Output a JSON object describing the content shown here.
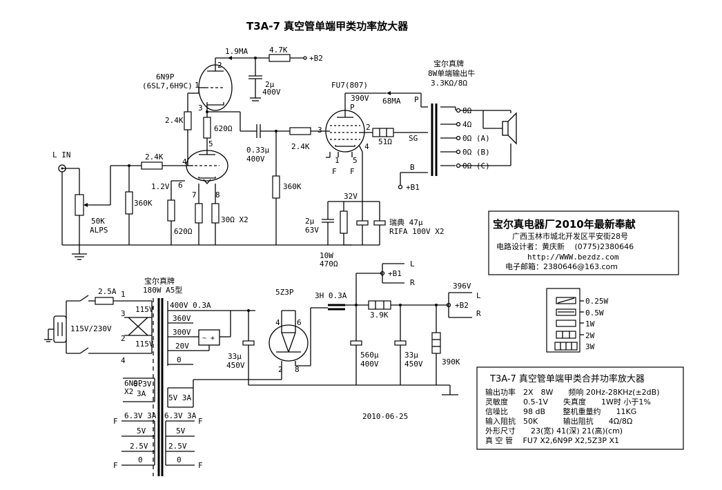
{
  "title": "T3A-7 真空管单端甲类功率放大器",
  "company": {
    "name": "宝尔真电器厂2010年最新奉献",
    "address": "广西玉林市城北开发区平安街28号",
    "designer": "电路设计者：黄庆新　 (0775)2380646",
    "website": "http://WWW.bezdz.com",
    "email": "电子邮箱：2380646@163.com"
  },
  "specs": {
    "title": "T3A-7 真空管单端甲类合并功率放大器",
    "rows": [
      "输出功率　2X　8W　　频响 20Hz-28KHz(±2dB)",
      "灵敏度　　0.5-1V　　失真度　　1W时 小于1%",
      "信噪比　　98 dB　　 整机重量约　　11KG",
      "输入阻抗　50K　　　 输出阻抗　　4Ω/8Ω",
      "外形尺寸　　23(宽) 41(深) 21(高)(cm)",
      "真 空 管　 FU7 X2,6N9P X2,5Z3P X1"
    ]
  },
  "legend": {
    "items": [
      "0.25W",
      "0.5W",
      "1W",
      "2W",
      "3W"
    ]
  },
  "date": "2010-06-25",
  "amp": {
    "input": "L IN",
    "pot": "50K",
    "pot2": "ALPS",
    "r_in": "2.4K",
    "r_grid": "360K",
    "tube1": "6N9P",
    "tube1_alt": "(6SL7,6H9C)",
    "current1": "1.9MA",
    "r_b2": "4.7K",
    "b2": "+B2",
    "cap_b2": "2μ",
    "cap_b2_v": "400V",
    "r_plate": "2.4K",
    "r_620a": "620Ω",
    "cathode_v": "1.2V",
    "r_620b": "620Ω",
    "r_30": "30Ω X2",
    "cc": "0.33μ",
    "cc_v": "400V",
    "r_grid2": "2.4K",
    "r_360k2": "360K",
    "tube2": "FU7(807)",
    "v_plate": "390V",
    "i_plate": "68MA",
    "r_sg": "51Ω",
    "v_k": "32V",
    "ck1": "2μ",
    "ck1_v": "63V",
    "rk": "10W",
    "rk2": "470Ω",
    "ck2": "瑞典 47μ",
    "ck2_v": "RIFA 100V X2",
    "xfmr_brand": "宝尔真牌",
    "xfmr_desc": "8W单端输出牛",
    "xfmr_z": "3.3KΩ/8Ω",
    "taps": [
      "8Ω",
      "4Ω",
      "0Ω (A)",
      "0Ω (B)",
      "0Ω (C)"
    ],
    "b1": "+B1",
    "pins": {
      "p": "P",
      "sg": "SG",
      "b": "B",
      "f1": "F",
      "f2": "F"
    }
  },
  "psu": {
    "fuse": "2.5A",
    "mains": "115V/230V",
    "pri_a": "115V",
    "pri_b": "115V",
    "xfmr_brand": "宝尔真牌",
    "xfmr_model": "180W A5型",
    "sec": [
      "400V 0.3A",
      "360V",
      "300V",
      "20V",
      "0"
    ],
    "rect_tube": "5Z3P",
    "choke": "3H 0.3A",
    "r_drop": "3.9K",
    "c1": "33μ",
    "c1_v": "450V",
    "c2": "560μ",
    "c2_v": "400V",
    "c3": "33μ",
    "c3_v": "450V",
    "r_bleed": "390K",
    "b2_v": "396V",
    "b2": "+B2",
    "b1": "+B1",
    "heater_5v": "5V 3A",
    "heater_tube": "6N9P",
    "heater_tube_x": "X2",
    "heater_63": "6.3V",
    "heater_63a": "3A",
    "fil_left": [
      "6.3V 3A",
      "5V",
      "2.5V",
      "0"
    ],
    "fil_right": [
      "6.3V 3A",
      "5V",
      "2.5V",
      "0"
    ],
    "ch_l": "L",
    "ch_r": "R",
    "pin_labels": [
      "1",
      "3",
      "2",
      "4"
    ]
  }
}
